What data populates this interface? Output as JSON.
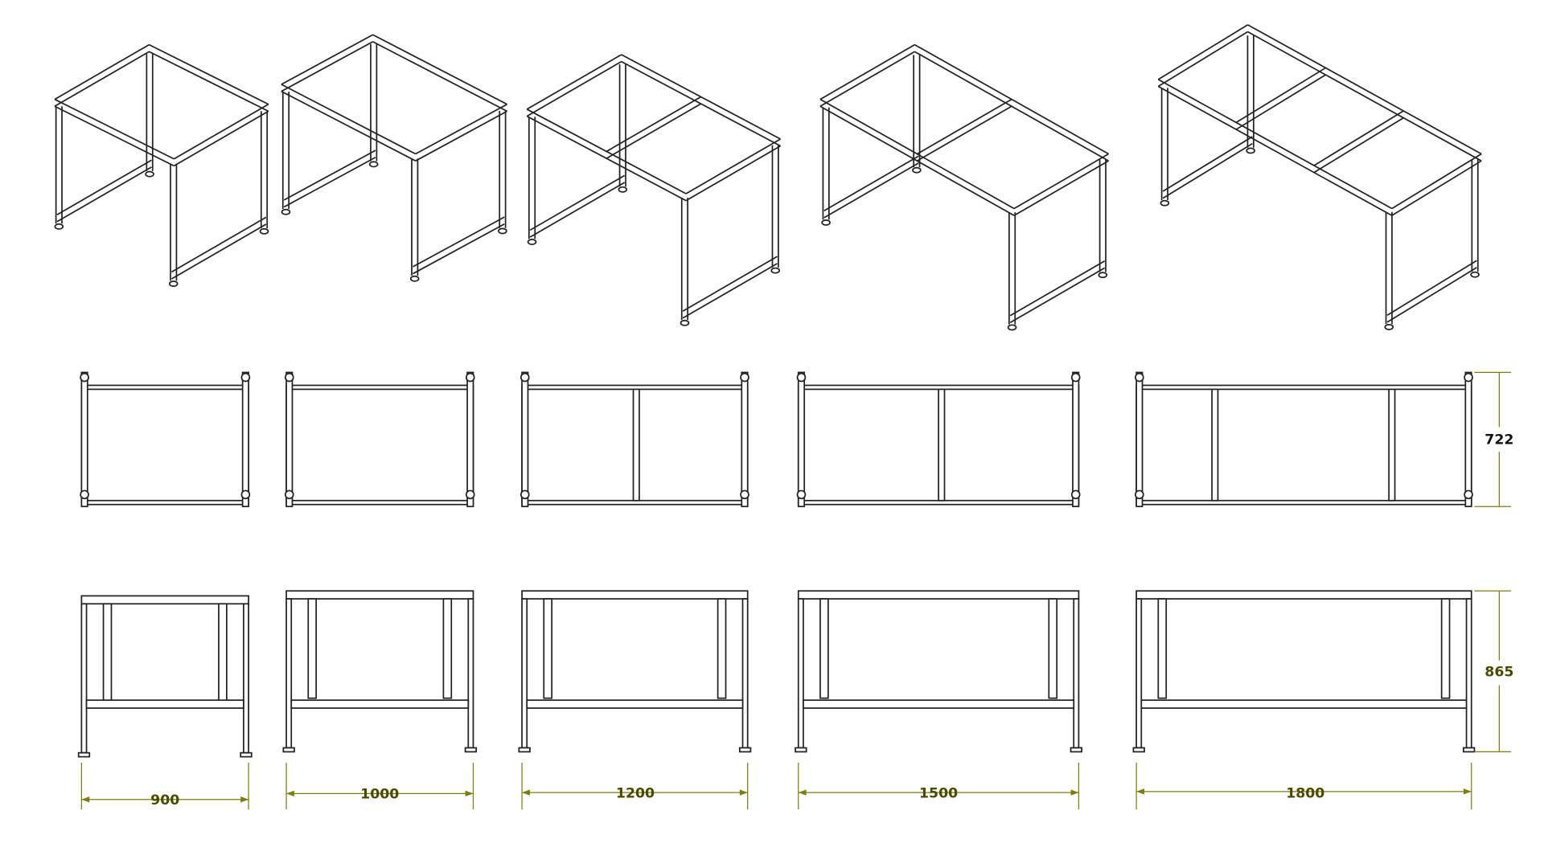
{
  "title": "Table frame variants drawing",
  "frames": [
    {
      "width_label": "900",
      "dividers": 0
    },
    {
      "width_label": "1000",
      "dividers": 0
    },
    {
      "width_label": "1200",
      "dividers": 1
    },
    {
      "width_label": "1500",
      "dividers": 1
    },
    {
      "width_label": "1800",
      "dividers": 2
    }
  ],
  "dimensions": {
    "depth_label": "722",
    "height_label": "865"
  },
  "colors": {
    "line": "#222222",
    "dimension": "#7d7d10",
    "dimension_text": "#4a4a00"
  }
}
